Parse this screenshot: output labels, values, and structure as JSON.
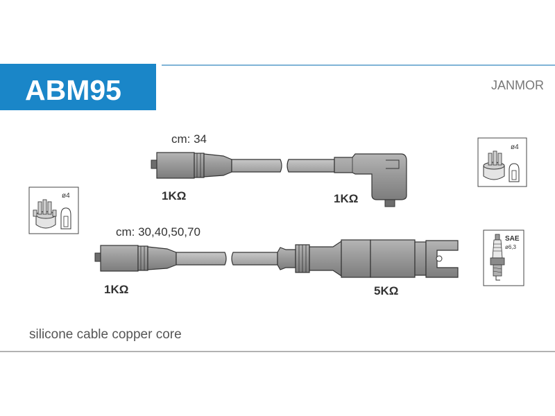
{
  "header": {
    "part_number": "ABM95",
    "brand": "JANMOR",
    "accent_color": "#1a86c8"
  },
  "cable_top": {
    "length_label": "cm: 34",
    "left_resistance": "1KΩ",
    "right_resistance": "1KΩ"
  },
  "cable_bottom": {
    "length_label": "cm: 30,40,50,70",
    "left_resistance": "1KΩ",
    "right_resistance": "5KΩ"
  },
  "icons": {
    "distributor_left": {
      "name": "distributor-cap-icon",
      "size_label": "ø4"
    },
    "distributor_right": {
      "name": "distributor-cap-icon",
      "size_label": "ø4"
    },
    "spark_plug": {
      "name": "spark-plug-icon",
      "standard_label": "SAE",
      "size_label": "ø6,3"
    }
  },
  "footer": {
    "description": "silicone cable copper core"
  }
}
